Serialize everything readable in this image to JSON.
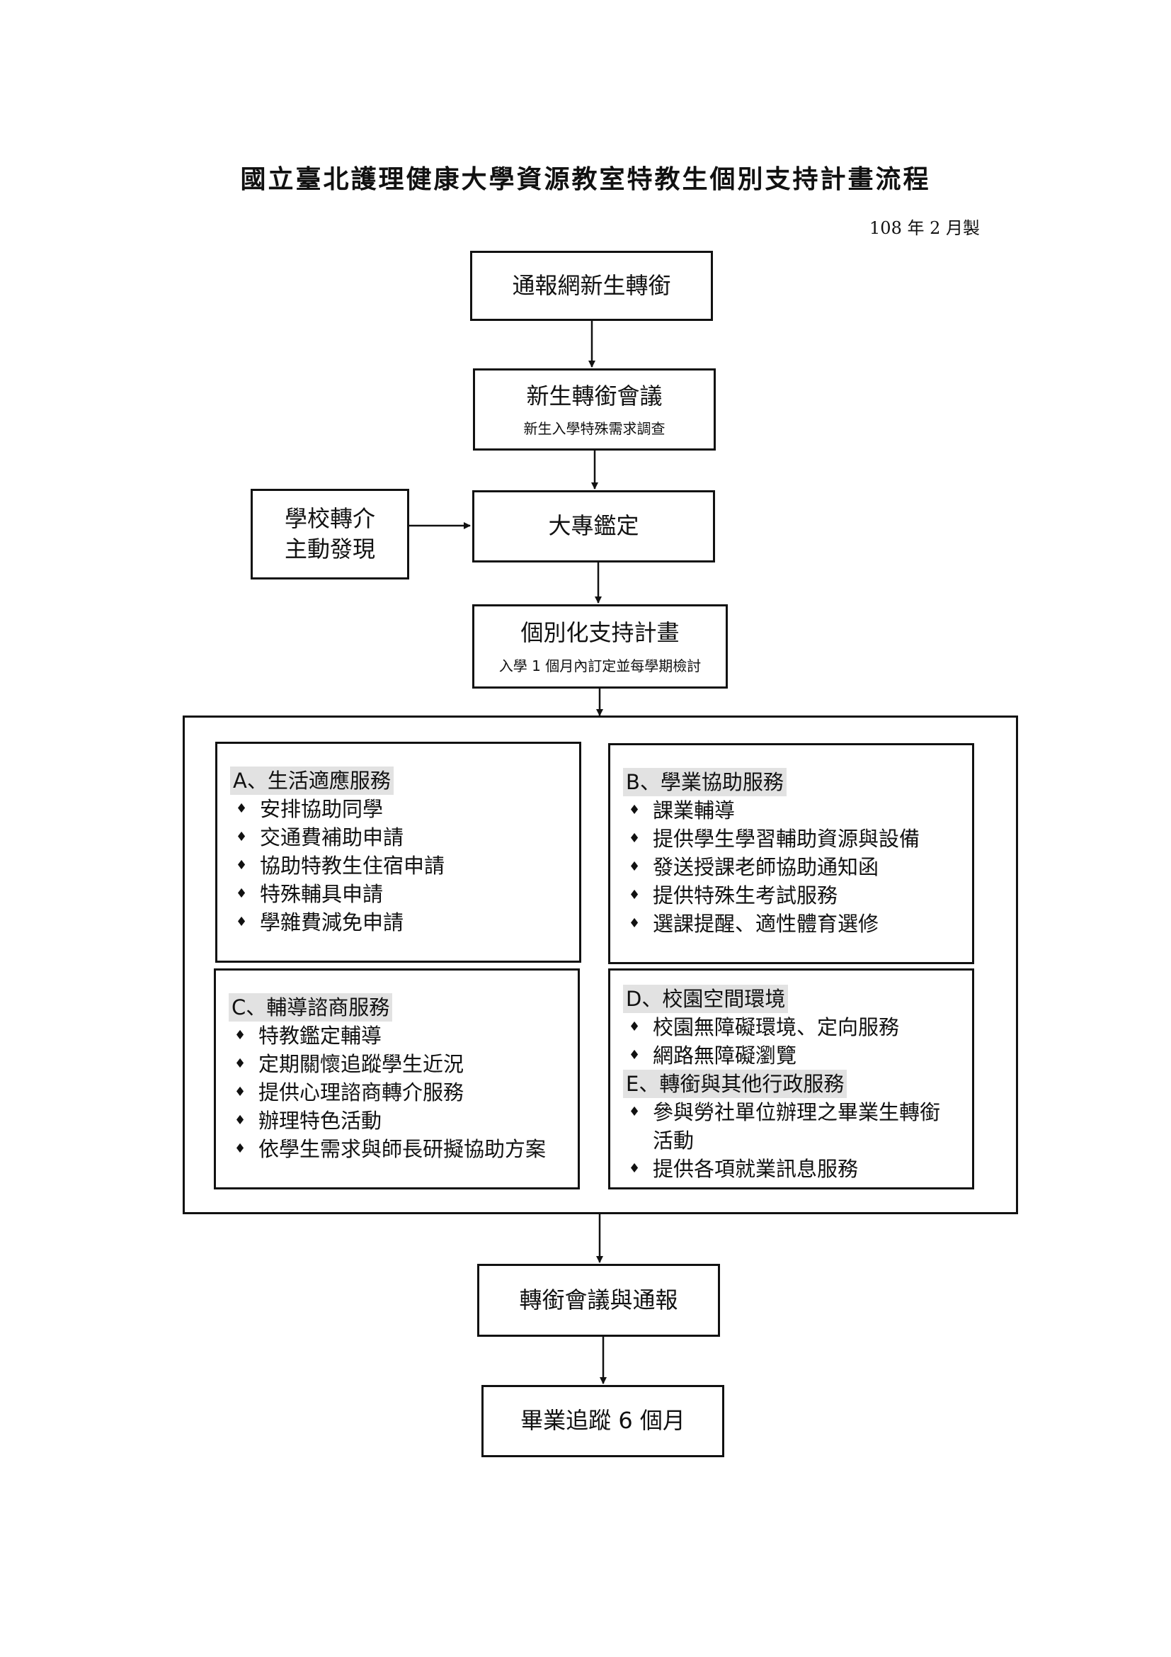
{
  "title": "國立臺北護理健康大學資源教室特教生個別支持計畫流程",
  "date": "108 年 2 月製",
  "nodes": {
    "n1": {
      "main": "通報網新生轉銜"
    },
    "n2": {
      "main": "新生轉銜會議",
      "sub": "新生入學特殊需求調查"
    },
    "n3": {
      "main": "大專鑑定"
    },
    "side": {
      "line1": "學校轉介",
      "line2": "主動發現"
    },
    "n4": {
      "main": "個別化支持計畫",
      "sub": "入學 1 個月內訂定並每學期檢討"
    },
    "n5": {
      "main": "轉銜會議與通報"
    },
    "n6": {
      "main": "畢業追蹤 6 個月"
    }
  },
  "services": {
    "A": {
      "heading": "A、生活適應服務",
      "items": [
        "安排協助同學",
        "交通費補助申請",
        "協助特教生住宿申請",
        "特殊輔具申請",
        "學雜費減免申請"
      ]
    },
    "B": {
      "heading": "B、學業協助服務",
      "items": [
        "課業輔導",
        "提供學生學習輔助資源與設備",
        "發送授課老師協助通知函",
        "提供特殊生考試服務",
        "選課提醒、適性體育選修"
      ]
    },
    "C": {
      "heading": "C、輔導諮商服務",
      "items": [
        "特教鑑定輔導",
        "定期關懷追蹤學生近況",
        "提供心理諮商轉介服務",
        "辦理特色活動",
        "依學生需求與師長研擬協助方案"
      ]
    },
    "D": {
      "heading": "D、校園空間環境",
      "items": [
        "校園無障礙環境、定向服務",
        "網路無障礙瀏覽"
      ]
    },
    "E": {
      "heading": "E、轉銜與其他行政服務",
      "items": [
        "參與勞社單位辦理之畢業生轉銜活動",
        "提供各項就業訊息服務"
      ]
    }
  }
}
